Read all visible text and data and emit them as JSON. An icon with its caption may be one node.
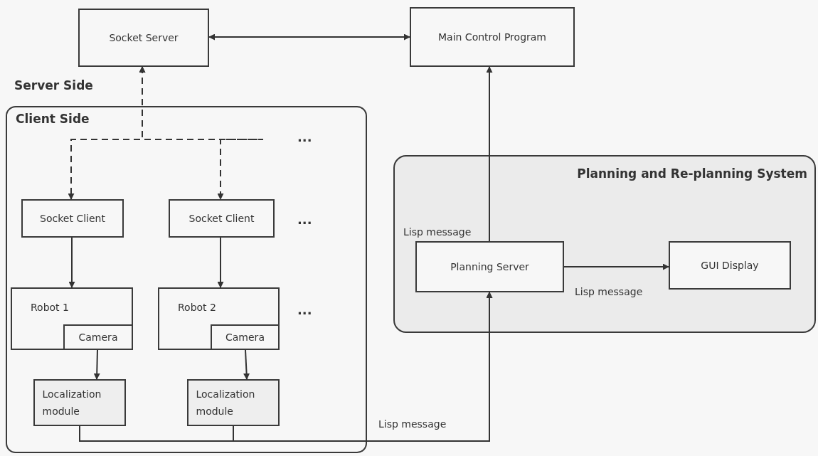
{
  "diagram": {
    "nodes": [
      {
        "text": [
          "Socket Server"
        ]
      },
      {
        "text": [
          "Main Control Program"
        ]
      },
      {
        "text": [
          "Client Side"
        ]
      },
      {
        "text": [
          "Socket Client"
        ],
        "in": 2
      },
      {
        "text": [
          "Socket Client"
        ],
        "in": 2
      },
      {
        "text": [
          "Robot 1"
        ],
        "in": 2
      },
      {
        "text": [
          "Camera"
        ],
        "in": 5
      },
      {
        "text": [
          "Robot 2"
        ],
        "in": 2
      },
      {
        "text": [
          "Camera"
        ],
        "in": 7
      },
      {
        "text": [
          "Localization module"
        ],
        "in": 2
      },
      {
        "text": [
          "Localization module"
        ],
        "in": 2
      },
      {
        "text": [
          "Planning and Re-planning System"
        ]
      },
      {
        "text": [
          "Planning Server"
        ],
        "in": 11
      },
      {
        "text": [
          "GUI Display"
        ],
        "in": 11
      }
    ],
    "edges": [
      {
        "from": 0,
        "to": 1,
        "arrow": "both"
      },
      {
        "from": 0,
        "to": 3,
        "arrow": "both",
        "style": "dashed"
      },
      {
        "from": 0,
        "to": 4,
        "arrow": "both",
        "style": "dashed"
      },
      {
        "from": 3,
        "to": 5,
        "arrow": "to"
      },
      {
        "from": 4,
        "to": 7,
        "arrow": "to"
      },
      {
        "from": 6,
        "to": 9,
        "arrow": "to"
      },
      {
        "from": 8,
        "to": 10,
        "arrow": "to"
      },
      {
        "from": 9,
        "to": 12,
        "arrow": "to",
        "label": "Lisp message"
      },
      {
        "from": 10,
        "to": 12,
        "arrow": "to"
      },
      {
        "from": 12,
        "to": 1,
        "arrow": "to",
        "label": "Lisp message"
      },
      {
        "from": 12,
        "to": 13,
        "arrow": "to",
        "label": "Lisp message"
      }
    ],
    "labels": [
      "Server Side",
      "...",
      "...",
      "..."
    ]
  }
}
